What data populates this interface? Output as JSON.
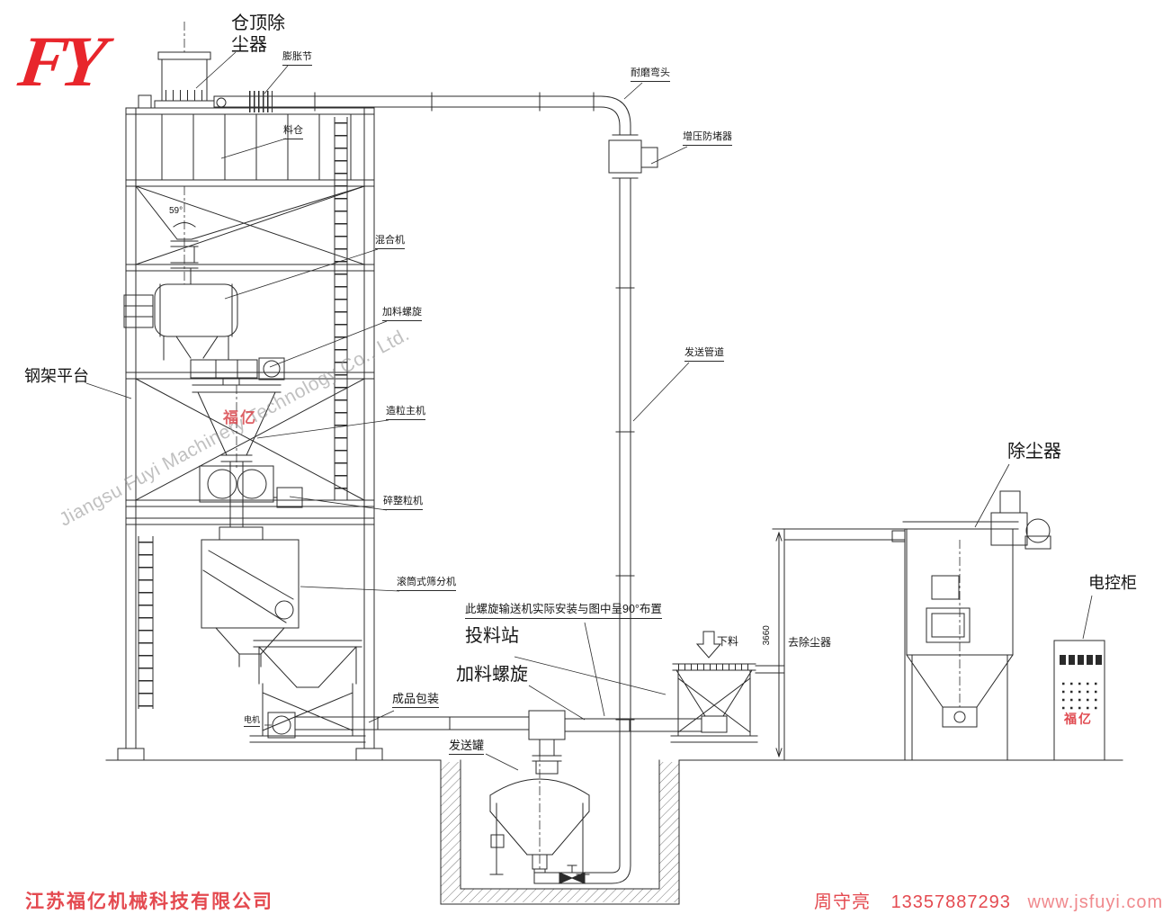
{
  "logo": {
    "text": "FY",
    "brand_color": "#e8262c"
  },
  "watermark": {
    "diagonal_text": "Jiangsu Fuyi Machinery Technology Co., Ltd.",
    "brand_mid": "福亿",
    "brand_cabinet": "福亿"
  },
  "labels": {
    "silo_top_dust_collector": "仓顶除尘器",
    "expansion_joint": "膨胀节",
    "wear_resistant_elbow": "耐磨弯头",
    "booster_anti_blocker": "增压防堵器",
    "material_silo": "料仓",
    "angle_59": "59°",
    "mixer": "混合机",
    "feeding_screw_upper": "加料螺旋",
    "steel_frame_platform": "钢架平台",
    "granulator_main": "造粒主机",
    "crusher_granulator": "碎整粒机",
    "sending_pipeline": "发送管道",
    "drum_screener": "滚筒式筛分机",
    "screw_install_note": "此螺旋输送机实际安装与图中呈90°布置",
    "feeding_station": "投料站",
    "feeding_screw_lower": "加料螺旋",
    "finished_product_packing": "成品包装",
    "motor": "电机",
    "sending_tank": "发送罐",
    "material_discharge": "下料",
    "to_dust_collector": "去除尘器",
    "dim_3660": "3660",
    "dust_collector": "除尘器",
    "electric_control_cabinet": "电控柜"
  },
  "footer": {
    "company": "江苏福亿机械科技有限公司",
    "contact_name": "周守亮",
    "contact_phone": "13357887293",
    "website": "www.jsfuyi.com"
  }
}
